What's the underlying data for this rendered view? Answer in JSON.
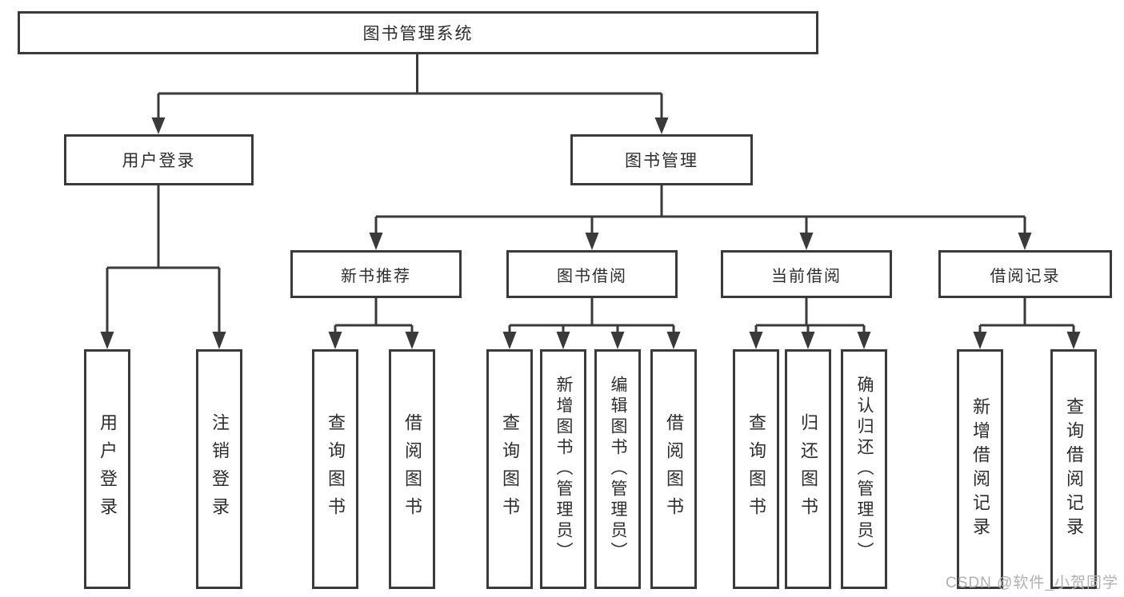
{
  "nodes": {
    "root": "图书管理系统",
    "user_login": "用户登录",
    "book_management": "图书管理",
    "new_book_recommend": "新书推荐",
    "book_borrow": "图书借阅",
    "current_borrow": "当前借阅",
    "borrow_records": "借阅记录",
    "leaves": [
      "用户登录",
      "注销登录",
      "查询图书",
      "借阅图书",
      "查询图书",
      "新增图书（管理员）",
      "编辑图书（管理员）",
      "借阅图书",
      "查询图书",
      "归还图书",
      "确认归还（管理员）",
      "新增借阅记录",
      "查询借阅记录"
    ]
  },
  "hierarchy": {
    "图书管理系统": [
      "用户登录",
      "图书管理"
    ],
    "用户登录": [
      "用户登录",
      "注销登录"
    ],
    "图书管理": [
      "新书推荐",
      "图书借阅",
      "当前借阅",
      "借阅记录"
    ],
    "新书推荐": [
      "查询图书",
      "借阅图书"
    ],
    "图书借阅": [
      "查询图书",
      "新增图书（管理员）",
      "编辑图书（管理员）",
      "借阅图书"
    ],
    "当前借阅": [
      "查询图书",
      "归还图书",
      "确认归还（管理员）"
    ],
    "借阅记录": [
      "新增借阅记录",
      "查询借阅记录"
    ]
  },
  "watermark": "CSDN @软件_小贺同学",
  "colors": {
    "line": "#3a3a3a",
    "text": "#2d2d2d",
    "background": "#ffffff",
    "watermark": "#b0b0b0"
  }
}
